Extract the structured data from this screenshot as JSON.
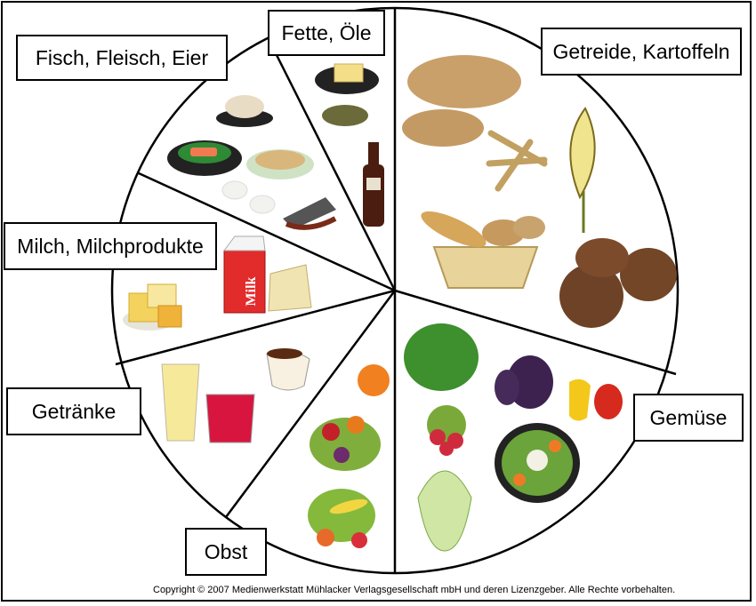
{
  "segments": {
    "fisch": "Fisch, Fleisch, Eier",
    "fette": "Fette, Öle",
    "getreide": "Getreide, Kartoffeln",
    "milch": "Milch, Milchprodukte",
    "getraenke": "Getränke",
    "obst": "Obst",
    "gemuese": "Gemüse"
  },
  "milk_carton_text": "Milk",
  "copyright": "Copyright © 2007 Medienwerkstatt Mühlacker  Verlagsgesellschaft mbH und deren Lizenzgeber. Alle Rechte vorbehalten."
}
